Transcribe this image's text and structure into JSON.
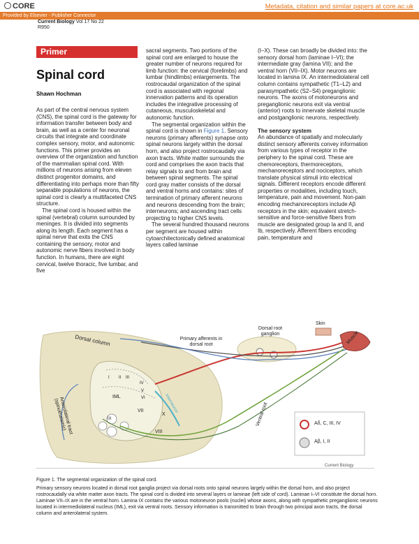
{
  "topbar": {
    "core_label": "CORE",
    "link_text": "Metadata, citation and similar papers at core.ac.uk",
    "provided_by": "Provided by Elsevier - Publisher Connector"
  },
  "journal": {
    "name": "Current Biology",
    "issue": "Vol 17 No 22",
    "page": "R950"
  },
  "section": "Primer",
  "title": "Spinal cord",
  "author": "Shawn Hochman",
  "col1": {
    "p1": "As part of the central nervous system (CNS), the spinal cord is the gateway for information transfer between body and brain, as well as a center for neuronal circuits that integrate and coordinate complex sensory, motor, and autonomic functions. This primer provides an overview of the organization and function of the mammalian spinal cord. With millions of neurons arising from eleven distinct progenitor domains, and differentiating into perhaps more than fifty separable populations of neurons, the spinal cord is clearly a multifaceted CNS structure.",
    "p2": "The spinal cord is housed within the spinal (vertebral) column surrounded by meninges. It is divided into segments along its length. Each segment has a spinal nerve that exits the CNS containing the sensory, motor and autonomic nerve fibers involved in body function. In humans, there are eight cervical, twelve thoracic, five lumbar, and five"
  },
  "col2": {
    "p1": "sacral segments. Two portions of the spinal cord are enlarged to house the greater number of neurons required for limb function: the cervical (forelimbs) and lumbar (hindlimbs) enlargements. The rostrocaudal organization of the spinal cord is associated with regional innervation patterns and its operation includes the integrative processing of cutaneous, musculoskeletal and autonomic function.",
    "p2_a": "The segmental organization within the spinal cord is shown in ",
    "p2_link": "Figure 1",
    "p2_b": ". Sensory neurons (primary afferents) synapse onto spinal neurons largely within the dorsal horn, and also project rostrocaudally via axon tracts. White matter surrounds the cord and comprises the axon tracts that relay signals to and from brain and between spinal segments. The spinal cord gray matter consists of the dorsal and ventral horns and contains: sites of termination of primary afferent neurons and neurons descending from the brain; interneurons; and ascending tract cells projecting to higher CNS levels.",
    "p3": "The several hundred thousand neurons per segment are housed within cytoarchitectonically defined anatomical layers called laminae"
  },
  "col3": {
    "p1": "(I–X). These can broadly be divided into: the sensory dorsal horn (laminae I–VI); the intermediate gray (lamina VII); and the ventral horn (VII–IX). Motor neurons are located in lamina IX. An intermediolateral cell column contains sympathetic (T1–L2) and parasympathetic (S2–S4) preganglionic neurons. The axons of motoneurons and preganglionic neurons exit via ventral (anterior) roots to innervate skeletal muscle and postganglionic neurons, respectively.",
    "heading": "The sensory system",
    "p2": "An abundance of spatially and molecularly distinct sensory afferents convey information from various types of receptor in the periphery to the spinal cord. These are chemoreceptors, thermoreceptors, mechanoreceptors and nociceptors, which translate physical stimuli into electrical signals. Different receptors encode different properties or modalities, including touch, temperature, pain and movement. Non-pain encoding mechanoreceptors include Aβ receptors in the skin; equivalent stretch-sensitive and force-sensitive fibers from muscle are designated group Ia and II, and Ib, respectively. Afferent fibers encoding pain, temperature and"
  },
  "figure": {
    "labels": {
      "dorsal_column": "Dorsal column",
      "primary_afferents": "Primary afferents in dorsal root",
      "drg": "Dorsal root ganglion",
      "skin": "Skin",
      "muscle": "Muscle",
      "interneuron": "Interneuron",
      "ventral_root": "Ventral root",
      "anterolateral": "Anterolateral tract (spinothalamic)",
      "iml": "IML",
      "x": "X",
      "vii": "VII",
      "viii": "VIII",
      "i": "I",
      "ii": "II",
      "iii": "III",
      "iv": "IV",
      "v": "V",
      "vi": "VI",
      "ix": "IX",
      "legend1": "Aδ, C, III, IV",
      "legend2": "Aβ, I, II"
    },
    "colors": {
      "white_matter": "#e9e3c4",
      "gray_matter": "#f3f1df",
      "afferent_red": "#c8342f",
      "motor_green": "#6fa33a",
      "tract_blue": "#5b7fb8",
      "interneuron_cyan": "#4fb0c6"
    }
  },
  "credit": "Current Biology",
  "caption": {
    "title": "Figure 1. The segmental organization of the spinal cord.",
    "text": "Primary sensory neurons located in dorsal root ganglia project via dorsal roots onto spinal neurons largely within the dorsal horn, and also project rostrocaudally via white matter axon tracts. The spinal cord is divided into several layers or laminae (left side of cord). Laminae I–VI constitute the dorsal horn. Laminae VII–IX are in the ventral horn. Lamina IX contains the various motoneuron pools (nuclei) whose axons, along with sympathetic preganglionic neurons located in intermediolateral nucleus (IML), exit via ventral roots. Sensory information is transmitted to brain through two principal axon tracts, the dorsal column and anterolateral system."
  }
}
